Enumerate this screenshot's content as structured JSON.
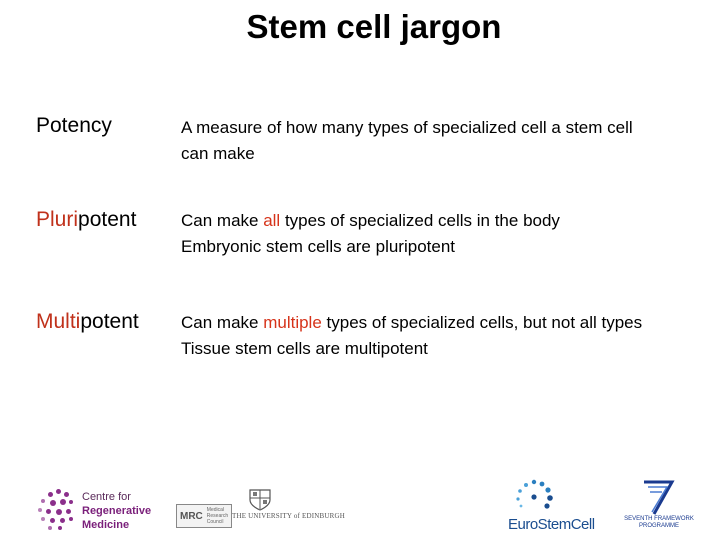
{
  "title": "Stem cell jargon",
  "rows": [
    {
      "term_prefix": "",
      "term_rest": "Potency",
      "def_line1_pre": "A measure of how many types of specialized cell a stem cell",
      "def_line1_hl": "",
      "def_line1_post": "",
      "def_line2": "can make"
    },
    {
      "term_prefix": "Pluri",
      "term_rest": "potent",
      "def_line1_pre": "Can make ",
      "def_line1_hl": "all",
      "def_line1_post": " types of specialized cells in the body",
      "def_line2": "Embryonic stem cells are pluripotent"
    },
    {
      "term_prefix": "Multi",
      "term_rest": "potent",
      "def_line1_pre": "Can make ",
      "def_line1_hl": "multiple",
      "def_line1_post": " types of specialized cells, but not all types",
      "def_line2": "Tissue stem cells are multipotent"
    }
  ],
  "logos": {
    "crm": [
      "Centre for",
      "Regenerative",
      "Medicine"
    ],
    "mrc": "MRC",
    "mrc_sub": [
      "Medical",
      "Research",
      "Council"
    ],
    "uoe": "THE UNIVERSITY of EDINBURGH",
    "eurostemcell": "EuroStemCell",
    "fp7": "SEVENTH FRAMEWORK PROGRAMME"
  },
  "colors": {
    "highlight": "#d6331a",
    "crm_purple": "#8b2f8b",
    "esc_blue": "#1a4d8f"
  }
}
